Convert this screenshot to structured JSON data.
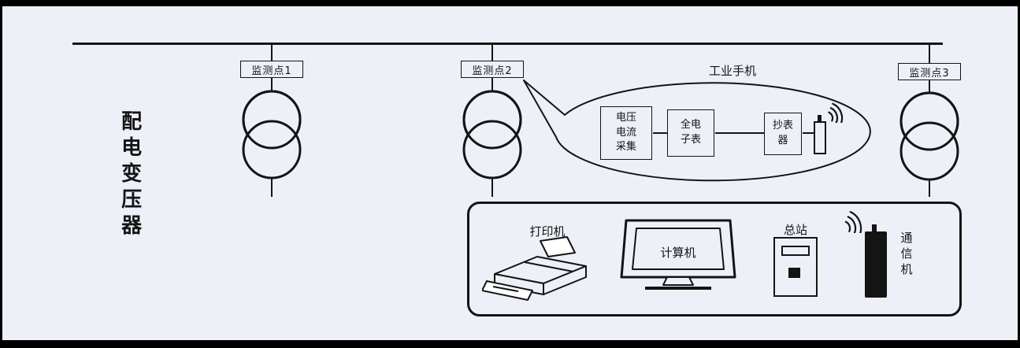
{
  "colors": {
    "bg": "#eef0f8",
    "ink": "#141414"
  },
  "scene": {
    "left_label": "配电变压器",
    "bus_points": [
      {
        "label": "监测点1"
      },
      {
        "label": "监测点2"
      },
      {
        "label": "监测点3"
      }
    ],
    "bubble": {
      "title": "工业手机",
      "acquisition_box": "电压\n电流\n采集",
      "meter_box": "全电\n子表",
      "reader_box": "抄表\n器"
    },
    "panel": {
      "printer": "打印机",
      "computer": "计算机",
      "station": "总站",
      "comm": "通信机"
    },
    "icons": {
      "transformer": "transformer-icon (two interlocked circles)",
      "wireless": "wireless-signal-icon",
      "handheld_reader": "handheld-device-icon",
      "printer": "printer-icon",
      "computer": "monitor-icon",
      "station": "station-cabinet-icon",
      "comm_device": "comm-device-icon"
    }
  }
}
